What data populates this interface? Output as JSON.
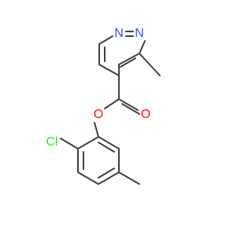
{
  "colors": {
    "background": "#ffffff",
    "bond": "#404040",
    "nitrogen": "#3050F8",
    "oxygen": "#FF0D0D",
    "chlorine": "#1FF01F"
  },
  "molecule": {
    "atoms": {
      "n1": {
        "label": "N",
        "element": "nitrogen"
      },
      "n2": {
        "label": "N",
        "element": "nitrogen"
      },
      "o_carbonyl": {
        "label": "O",
        "element": "oxygen"
      },
      "o_ester": {
        "label": "O",
        "element": "oxygen"
      },
      "cl": {
        "label": "Cl",
        "element": "chlorine"
      }
    }
  }
}
